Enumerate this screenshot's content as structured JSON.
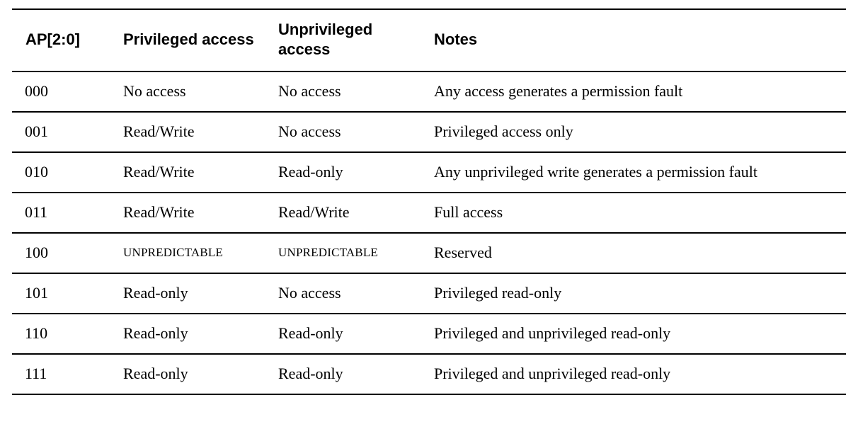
{
  "table": {
    "name": "memory-access-permissions",
    "columns": [
      {
        "key": "ap",
        "label": "AP[2:0]"
      },
      {
        "key": "privileged",
        "label": "Privileged access"
      },
      {
        "key": "unprivileged",
        "label": "Unprivileged access"
      },
      {
        "key": "notes",
        "label": "Notes"
      }
    ],
    "rows": [
      {
        "ap": "000",
        "privileged": "No access",
        "unprivileged": "No access",
        "notes": "Any access generates a permission fault",
        "privileged_style": "normal",
        "unprivileged_style": "normal"
      },
      {
        "ap": "001",
        "privileged": "Read/Write",
        "unprivileged": "No access",
        "notes": "Privileged access only",
        "privileged_style": "normal",
        "unprivileged_style": "normal"
      },
      {
        "ap": "010",
        "privileged": "Read/Write",
        "unprivileged": "Read-only",
        "notes": "Any unprivileged write generates a permission fault",
        "privileged_style": "normal",
        "unprivileged_style": "normal"
      },
      {
        "ap": "011",
        "privileged": "Read/Write",
        "unprivileged": "Read/Write",
        "notes": "Full access",
        "privileged_style": "normal",
        "unprivileged_style": "normal"
      },
      {
        "ap": "100",
        "privileged": "UNPREDICTABLE",
        "unprivileged": "UNPREDICTABLE",
        "notes": "Reserved",
        "privileged_style": "small-caps",
        "unprivileged_style": "small-caps"
      },
      {
        "ap": "101",
        "privileged": "Read-only",
        "unprivileged": "No access",
        "notes": "Privileged read-only",
        "privileged_style": "normal",
        "unprivileged_style": "normal"
      },
      {
        "ap": "110",
        "privileged": "Read-only",
        "unprivileged": "Read-only",
        "notes": "Privileged and unprivileged read-only",
        "privileged_style": "normal",
        "unprivileged_style": "normal"
      },
      {
        "ap": "111",
        "privileged": "Read-only",
        "unprivileged": "Read-only",
        "notes": "Privileged and unprivileged read-only",
        "privileged_style": "normal",
        "unprivileged_style": "normal"
      }
    ]
  },
  "colors": {
    "text": "#000000",
    "rule": "#000000",
    "background": "#ffffff"
  }
}
